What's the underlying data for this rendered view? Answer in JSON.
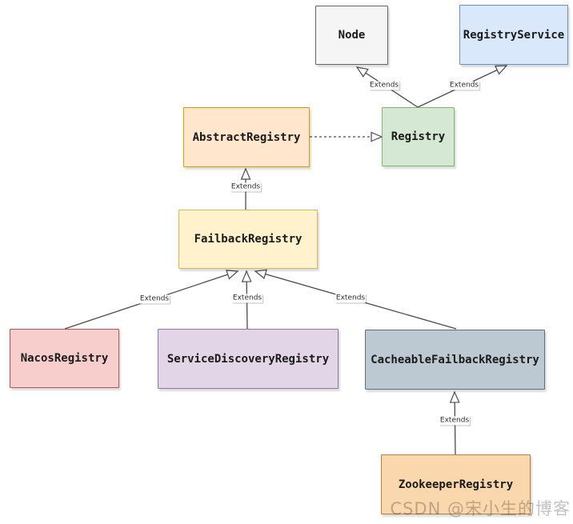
{
  "diagram": {
    "type": "uml-class-inheritance",
    "watermark": "CSDN @宋小生的博客",
    "classes": [
      {
        "name": "Node",
        "fill": "#f5f5f5",
        "stroke": "#666666"
      },
      {
        "name": "RegistryService",
        "fill": "#dae8fc",
        "stroke": "#6c8ebf"
      },
      {
        "name": "AbstractRegistry",
        "fill": "#ffe6cc",
        "stroke": "#d79b00"
      },
      {
        "name": "Registry",
        "fill": "#d5e8d4",
        "stroke": "#82b366"
      },
      {
        "name": "FailbackRegistry",
        "fill": "#fff2cc",
        "stroke": "#d6b656"
      },
      {
        "name": "NacosRegistry",
        "fill": "#f8cecc",
        "stroke": "#b85450"
      },
      {
        "name": "ServiceDiscoveryRegistry",
        "fill": "#e1d5e7",
        "stroke": "#9673a6"
      },
      {
        "name": "CacheableFailbackRegistry",
        "fill": "#bcc9d3",
        "stroke": "#5a7082"
      },
      {
        "name": "ZookeeperRegistry",
        "fill": "#fad7ac",
        "stroke": "#ba7e34"
      }
    ],
    "edges": [
      {
        "from": "Registry",
        "to": "Node",
        "relation": "extends",
        "label": "Extends",
        "line": "solid"
      },
      {
        "from": "Registry",
        "to": "RegistryService",
        "relation": "extends",
        "label": "Extends",
        "line": "solid"
      },
      {
        "from": "AbstractRegistry",
        "to": "Registry",
        "relation": "implements",
        "label": "",
        "line": "dashed"
      },
      {
        "from": "FailbackRegistry",
        "to": "AbstractRegistry",
        "relation": "extends",
        "label": "Extends",
        "line": "solid"
      },
      {
        "from": "NacosRegistry",
        "to": "FailbackRegistry",
        "relation": "extends",
        "label": "Extends",
        "line": "solid"
      },
      {
        "from": "ServiceDiscoveryRegistry",
        "to": "FailbackRegistry",
        "relation": "extends",
        "label": "Extends",
        "line": "solid"
      },
      {
        "from": "CacheableFailbackRegistry",
        "to": "FailbackRegistry",
        "relation": "extends",
        "label": "Extends",
        "line": "solid"
      },
      {
        "from": "ZookeeperRegistry",
        "to": "CacheableFailbackRegistry",
        "relation": "extends",
        "label": "Extends",
        "line": "solid"
      }
    ]
  }
}
